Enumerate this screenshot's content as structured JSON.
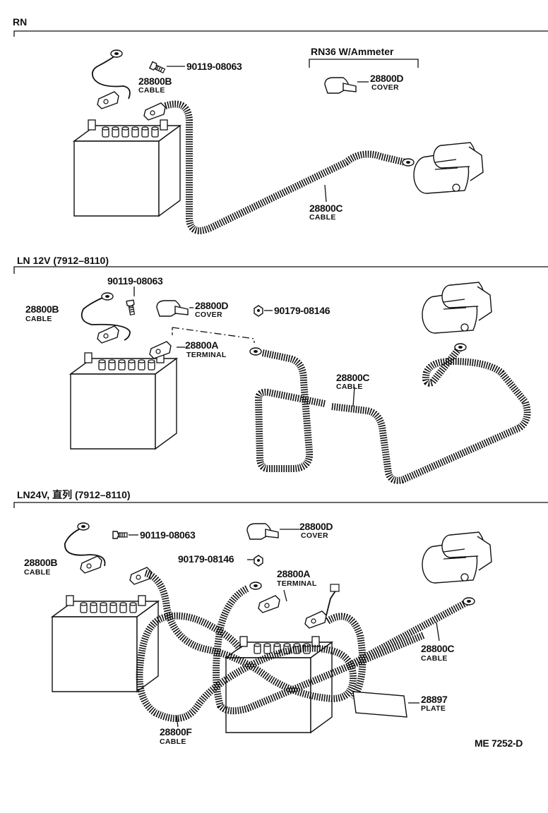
{
  "sections": [
    {
      "title": "RN",
      "sub_group": "RN36 W/Ammeter",
      "labels": [
        {
          "pn": "90119-08063",
          "name": ""
        },
        {
          "pn": "28800B",
          "name": "CABLE"
        },
        {
          "pn": "28800D",
          "name": "COVER"
        },
        {
          "pn": "28800C",
          "name": "CABLE"
        }
      ]
    },
    {
      "title": "LN 12V (7912–8110)",
      "labels": [
        {
          "pn": "90119-08063",
          "name": ""
        },
        {
          "pn": "28800B",
          "name": "CABLE"
        },
        {
          "pn": "28800D",
          "name": "COVER"
        },
        {
          "pn": "90179-08146",
          "name": ""
        },
        {
          "pn": "28800A",
          "name": "TERMINAL"
        },
        {
          "pn": "28800C",
          "name": "CABLE"
        }
      ]
    },
    {
      "title": "LN24V, 直列 (7912–8110)",
      "labels": [
        {
          "pn": "90119-08063",
          "name": ""
        },
        {
          "pn": "28800D",
          "name": "COVER"
        },
        {
          "pn": "28800B",
          "name": "CABLE"
        },
        {
          "pn": "90179-08146",
          "name": ""
        },
        {
          "pn": "28800A",
          "name": "TERMINAL"
        },
        {
          "pn": "28800C",
          "name": "CABLE"
        },
        {
          "pn": "28897",
          "name": "PLATE"
        },
        {
          "pn": "28800F",
          "name": "CABLE"
        }
      ]
    }
  ],
  "footer_code": "ME 7252-D",
  "icons": [
    "battery-icon",
    "starter-motor-icon",
    "bolt-icon",
    "nut-icon",
    "terminal-cover-icon",
    "battery-terminal-icon",
    "plate-icon"
  ]
}
